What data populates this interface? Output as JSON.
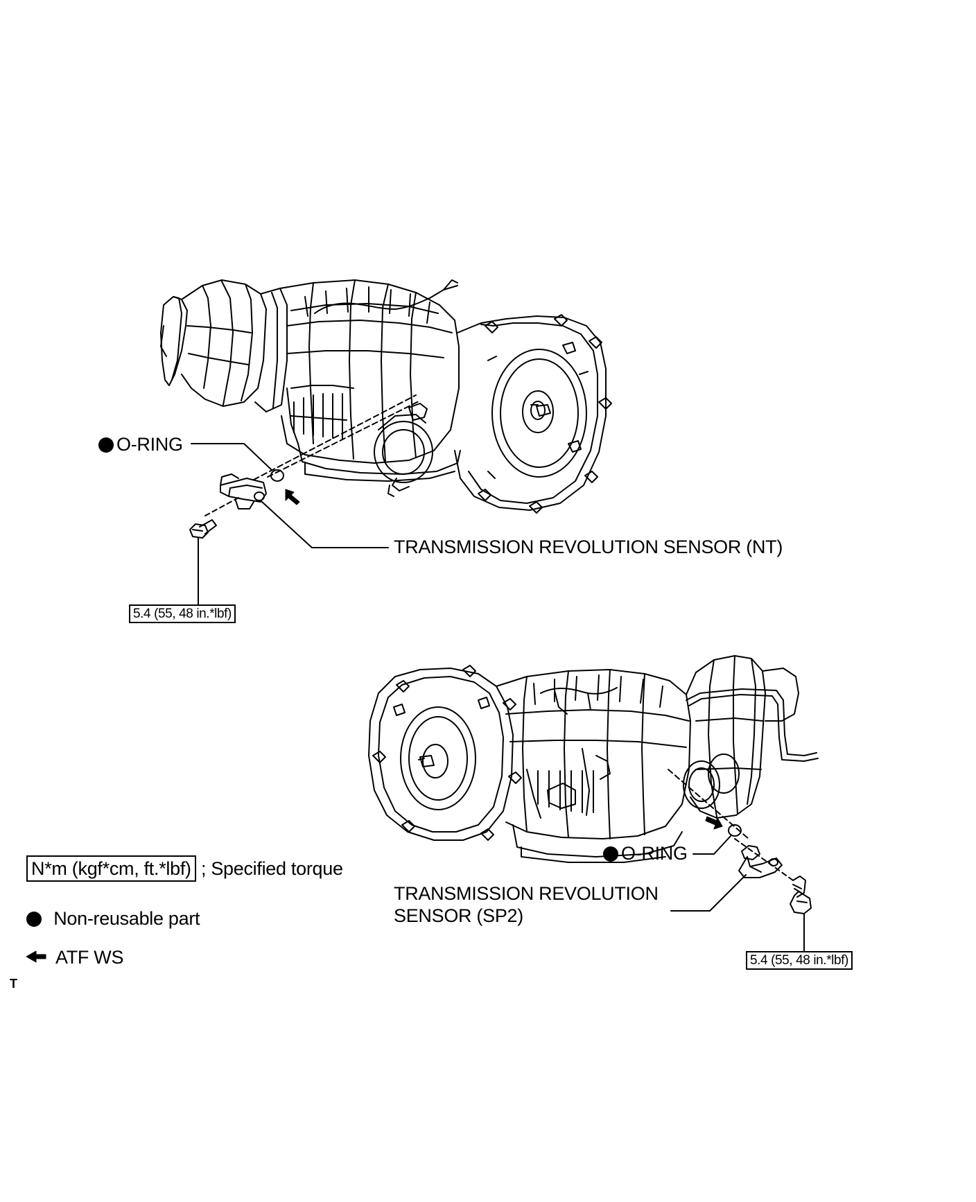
{
  "diagram": {
    "upper": {
      "o_ring_label": "O-RING",
      "sensor_label": "TRANSMISSION REVOLUTION SENSOR (NT)",
      "torque": "5.4 (55, 48 in.*lbf)"
    },
    "lower": {
      "o_ring_label": "O-RING",
      "sensor_label_line1": "TRANSMISSION REVOLUTION",
      "sensor_label_line2": "SENSOR (SP2)",
      "torque": "5.4 (55, 48 in.*lbf)"
    }
  },
  "legend": {
    "torque_box": "N*m (kgf*cm, ft.*lbf)",
    "torque_desc": "; Specified torque",
    "non_reusable": "Non-reusable part",
    "atf": "ATF WS"
  },
  "corner_mark": "T"
}
